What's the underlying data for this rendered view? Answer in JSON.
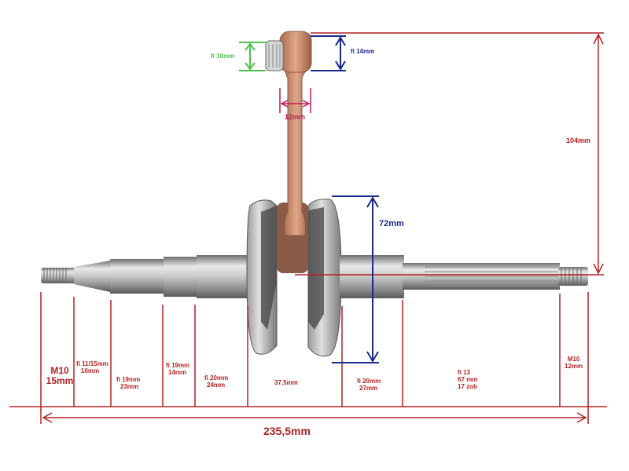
{
  "labels": {
    "pin_dia": "fi 10mm",
    "small_end_width": "fi 14mm",
    "rod_width": "12mm",
    "height_total": "104mm",
    "stroke": "72mm",
    "total_length": "235,5mm"
  },
  "segments": [
    {
      "line1": "M10",
      "line2": "15mm"
    },
    {
      "line1": "fi 11/15mm",
      "line2": "16mm"
    },
    {
      "line1": "fi 19mm",
      "line2": "23mm"
    },
    {
      "line1": "fi 19mm",
      "line2": "14mm"
    },
    {
      "line1": "fi 20mm",
      "line2": "24mm"
    },
    {
      "line1": "37,5mm",
      "line2": ""
    },
    {
      "line1": "fi 20mm",
      "line2": "27mm"
    },
    {
      "line1": "fi 13",
      "line2": "67 mm",
      "line3": "17 zob"
    },
    {
      "line1": "M10",
      "line2": "12mm"
    }
  ],
  "colors": {
    "red": "#b22222",
    "blue": "#1a2a8c",
    "green": "#4cc04c",
    "magenta": "#c2185b",
    "copper": "#c8896a",
    "steel": "#b8b8b8"
  }
}
